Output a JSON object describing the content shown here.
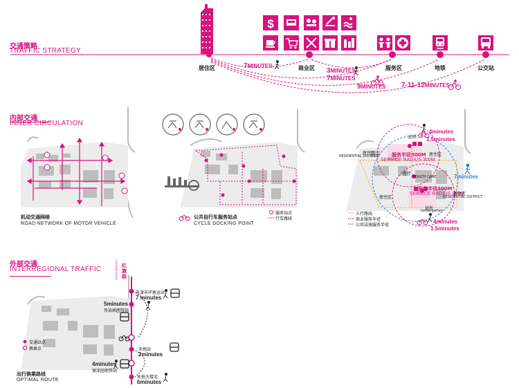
{
  "traffic": {
    "title_zh": "交通策略",
    "title_en": "TRAFFIC STRATEGY"
  },
  "line_nodes": [
    "居住区",
    "商业区",
    "服务区",
    "地铁",
    "公交站"
  ],
  "times": [
    {
      "num": "7",
      "unit": "MINUTES"
    },
    {
      "num": "3",
      "unit": "MINUTES"
    },
    {
      "num": "7",
      "unit": "MINUTES"
    },
    {
      "num": "9",
      "unit": "MINUTES"
    },
    {
      "num": "7-11-12",
      "unit": "MINUTES"
    }
  ],
  "inner": {
    "title_zh": "内部交通",
    "title_en": "INNER CIRCULATION"
  },
  "road_network": {
    "zh": "机动交通网络",
    "en": "ROAD NETWORK OF MOTOR VEHICLE"
  },
  "cycle": {
    "zh": "公共自行车服务站点",
    "en": "CYCLE DOCKING POINT",
    "legend_point": "服务站点",
    "legend_route": "行车路线"
  },
  "service": {
    "top_time1": "4minutes",
    "top_time2": "1.5minutes",
    "bot_time1": "4minutes",
    "bot_time2": "1.5minutes",
    "walk_time": "7minutes",
    "kindergarten": "幼托",
    "kindergarten_en": "kindergarten",
    "residential": "居住区",
    "residential_en": "RESIDENTIAL DISTRICT",
    "radius_zh": "服务半径300M",
    "radius_en": "SERVICE RADIUS 300M",
    "health_zh": "医疗",
    "health_en": "HEALTH CARE",
    "legend": [
      "人行路线",
      "商业服务半径",
      "公共设施服务半径"
    ]
  },
  "external": {
    "title_zh": "外部交通",
    "title_en": "INTERREGIONAL TRAFFIC"
  },
  "road_name": {
    "zh": "红旗路",
    "en": "HONGQI ROAD"
  },
  "ext_stops": {
    "stop1": "天津天环客运站",
    "t1": "7 minutes",
    "t2": "5minutes",
    "stop2": "传染病医院站",
    "stop3": "天拖站",
    "t3": "2minutes",
    "t4": "4minutes",
    "stop4": "保泽园地铁站",
    "stop5": "天拖大楼北",
    "t5": "6minutes"
  },
  "ext_legend": {
    "stop": "交通站点",
    "transfer": "换乘点"
  },
  "optimal": {
    "zh": "出行换乘路线",
    "en": "OPTIMAL ROUTE"
  },
  "colors": {
    "accent": "#d4147f",
    "blue": "#2f7fe0",
    "orange": "#f2a21c"
  }
}
